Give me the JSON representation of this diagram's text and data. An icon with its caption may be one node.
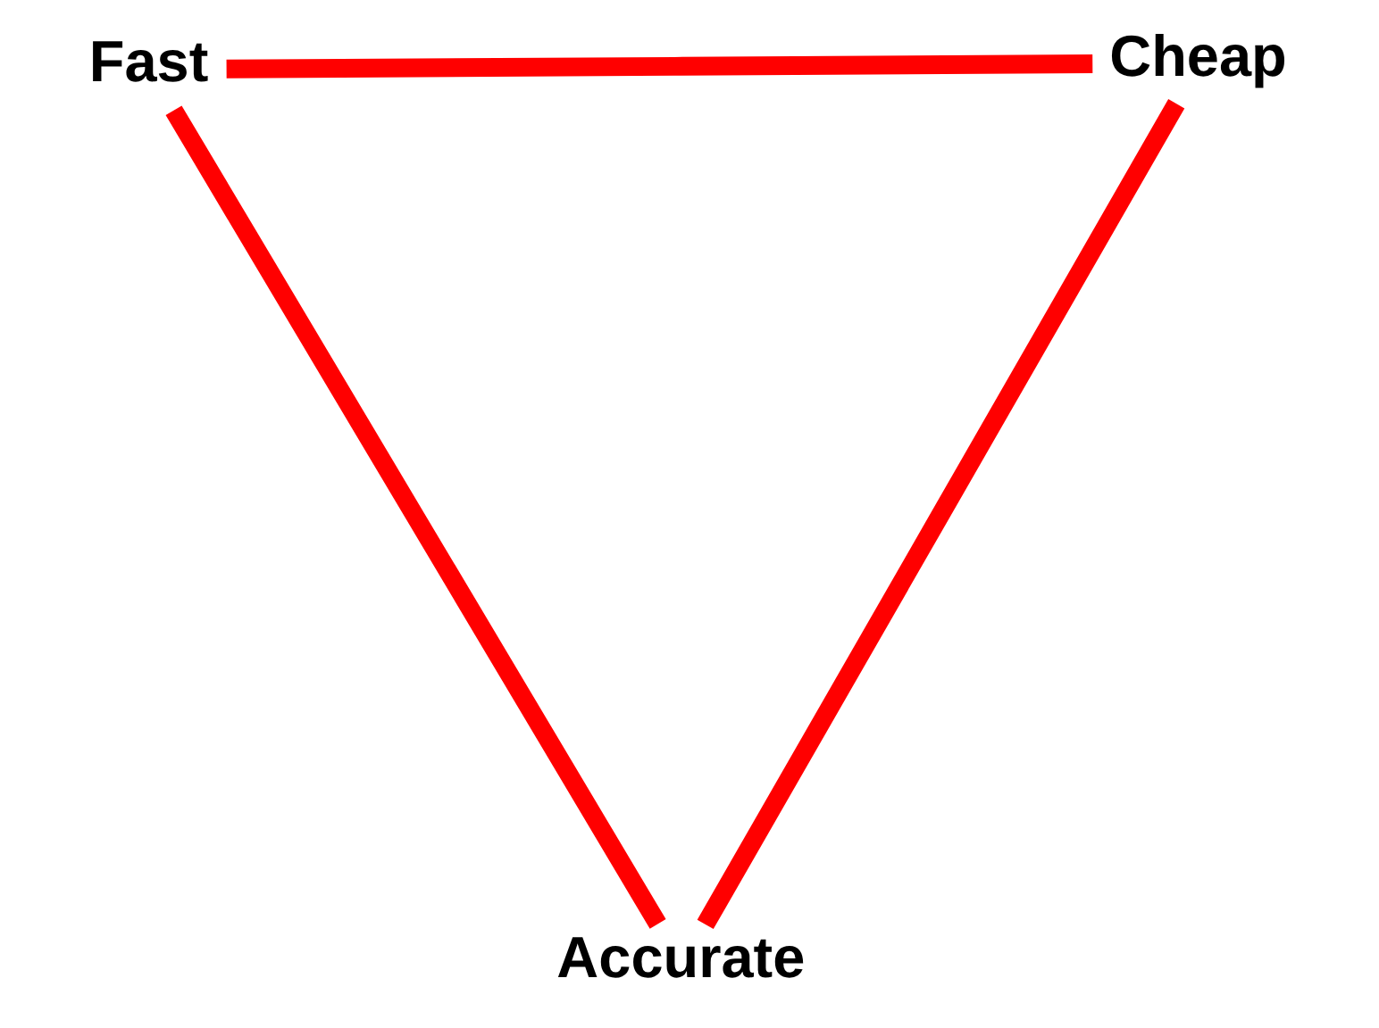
{
  "diagram": {
    "nodes": [
      {
        "text": [
          "Fast"
        ]
      },
      {
        "text": [
          "Cheap"
        ]
      },
      {
        "text": [
          "Accurate"
        ]
      }
    ],
    "edges": [
      {
        "from": 0,
        "to": 1,
        "arrow": "none"
      },
      {
        "from": 1,
        "to": 2,
        "arrow": "none"
      },
      {
        "from": 2,
        "to": 0,
        "arrow": "none"
      }
    ]
  }
}
